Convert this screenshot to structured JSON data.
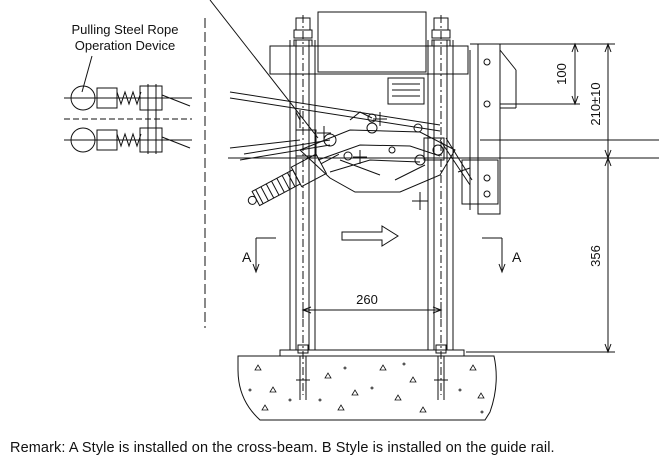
{
  "callout": {
    "line1": "Pulling Steel Rope",
    "line2": "Operation Device"
  },
  "dimensions": {
    "top_offset": "100",
    "hole_spacing": "210±10",
    "vertical_height": "356",
    "width": "260"
  },
  "section_marks": {
    "left": "A",
    "right": "A"
  },
  "remark": "Remark: A Style is installed on the cross-beam.  B Style is installed on the guide rail.",
  "colors": {
    "ink": "#111111",
    "background": "#ffffff"
  }
}
